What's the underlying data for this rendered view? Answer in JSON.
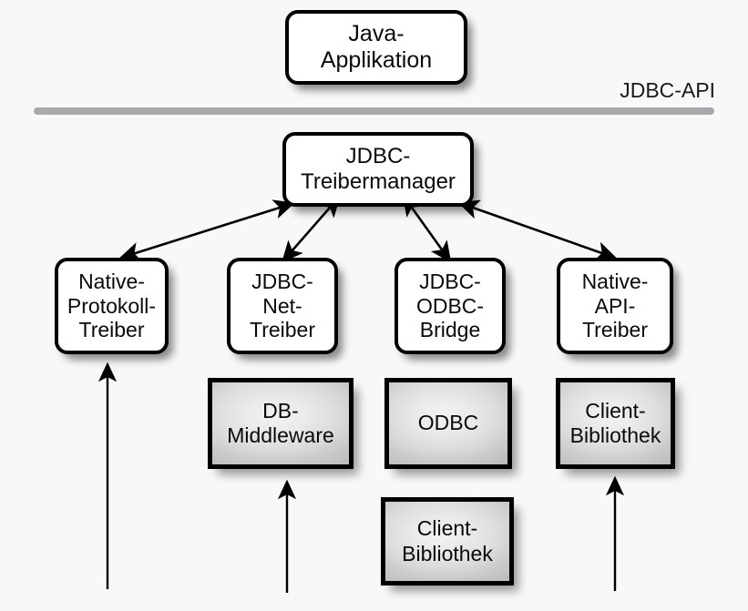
{
  "diagram": {
    "title_node": {
      "label": "Java-\nApplikation"
    },
    "api_layer": {
      "label": "JDBC-API"
    },
    "manager": {
      "label": "JDBC-\nTreibermanager"
    },
    "drivers": [
      {
        "id": "native-protokoll-treiber",
        "label": "Native-\nProtokoll-\nTreiber"
      },
      {
        "id": "jdbc-net-treiber",
        "label": "JDBC-\nNet-\nTreiber"
      },
      {
        "id": "jdbc-odbc-bridge",
        "label": "JDBC-\nODBC-\nBridge"
      },
      {
        "id": "native-api-treiber",
        "label": "Native-\nAPI-\nTreiber"
      }
    ],
    "support_boxes": [
      {
        "id": "db-middleware",
        "label": "DB-\nMiddleware"
      },
      {
        "id": "odbc",
        "label": "ODBC"
      },
      {
        "id": "client-bibliothek-right",
        "label": "Client-\nBibliothek"
      },
      {
        "id": "client-bibliothek-odbc",
        "label": "Client-\nBibliothek"
      }
    ],
    "colors": {
      "background": "#f8f8f8",
      "node_fill": "#ffffff",
      "node_border": "#000000",
      "api_bar": "#a9a9ad",
      "gradient_light": "#f2f2f2",
      "gradient_dark": "#bdbdbd",
      "text": "#0a0a0a"
    }
  }
}
